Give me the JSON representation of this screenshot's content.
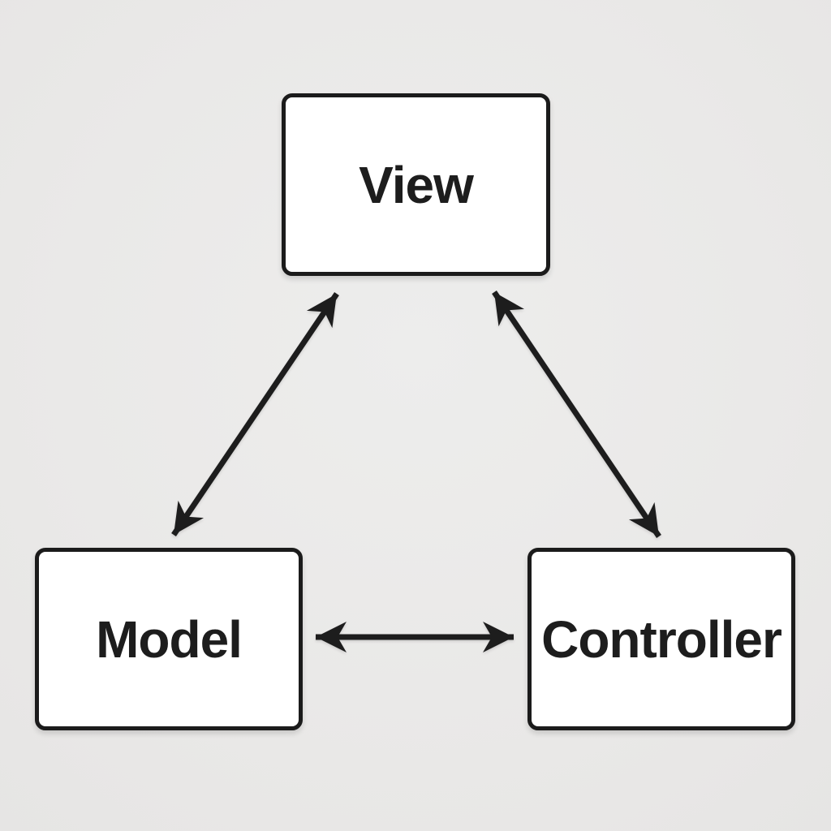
{
  "diagram": {
    "nodes": {
      "view": {
        "label": "View"
      },
      "model": {
        "label": "Model"
      },
      "controller": {
        "label": "Controller"
      }
    },
    "edges": [
      {
        "from": "view",
        "to": "model",
        "direction": "bidirectional"
      },
      {
        "from": "view",
        "to": "controller",
        "direction": "bidirectional"
      },
      {
        "from": "model",
        "to": "controller",
        "direction": "bidirectional"
      }
    ],
    "colors": {
      "background": "#eae9e8",
      "node_fill": "#ffffff",
      "node_border": "#1b1b1b",
      "line": "#1d1d1d",
      "text": "#1d1d1d"
    }
  }
}
